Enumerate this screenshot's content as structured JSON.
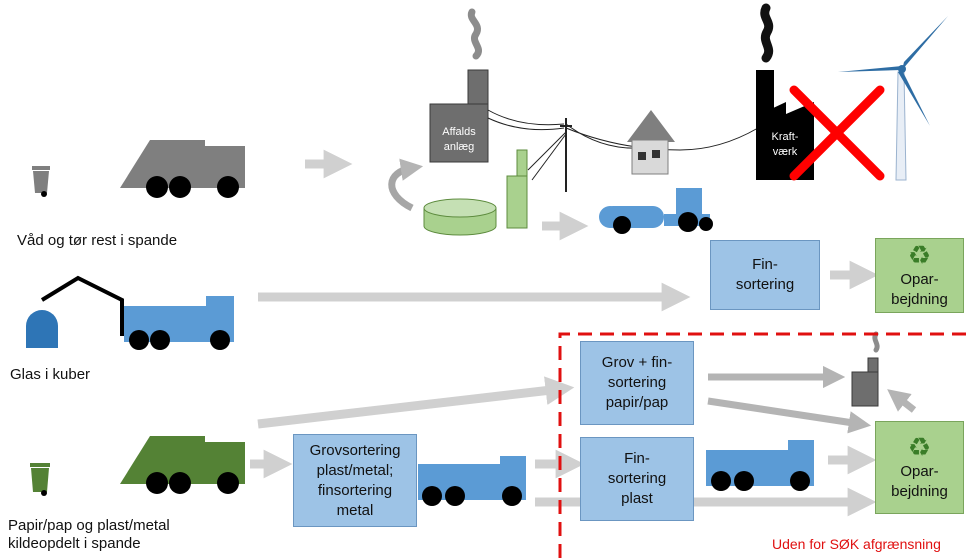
{
  "sources": {
    "residual": "Våd og tør rest i spande",
    "glass": "Glas i kuber",
    "paper_plastic_line1": "Papir/pap og plast/metal",
    "paper_plastic_line2": "kildeopdelt i spande"
  },
  "facilities": {
    "waste_plant": "Affalds\nanlæg",
    "power_plant": "Kraft-\nværk"
  },
  "process_boxes": {
    "fine_sorting_glass": "Fin-\nsortering",
    "coarse_sorting": "Grovsortering\nplast/metal;\nfinsortering\nmetal",
    "paper_sorting": "Grov + fin-\nsortering\npapir/pap",
    "plastic_sorting": "Fin-\nsortering\nplast"
  },
  "recycling_boxes": {
    "glass_reprocessing": "Opar-\nbejdning",
    "main_reprocessing": "Opar-\nbejdning",
    "recycle_icon": "recycle-icon"
  },
  "boundary_label": "Uden for SØK afgrænsning",
  "colors": {
    "truck_gray": "#7f7f7f",
    "truck_blue": "#5b9bd5",
    "truck_green": "#548235",
    "box_blue": "#9dc3e6",
    "box_green": "#a9d18e",
    "boundary_red": "#e01010",
    "arrow_gray": "#cccccc"
  }
}
